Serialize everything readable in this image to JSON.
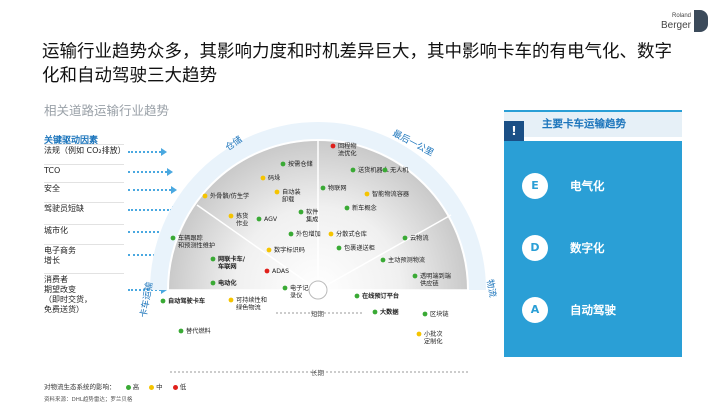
{
  "header": {
    "title": "运输行业趋势众多，其影响力度和时机差异巨大，其中影响卡车的有电气化、数字化和自动驾驶三大趋势",
    "subtitle": "相关道路运输行业趋势",
    "logo_line1": "Roland",
    "logo_line2": "Berger"
  },
  "factors": {
    "title": "关键驱动因素",
    "items": [
      "法规（例如 CO₂排放）",
      "TCO",
      "安全",
      "驾驶员短缺",
      "城市化",
      "电子商务\n增长",
      "消费者\n期望改变\n（即时交货，\n免费送货）"
    ]
  },
  "sectors": {
    "warehouse": "仓储",
    "last_mile": "最后一公里",
    "truck": "卡车运输",
    "logistics": "物流"
  },
  "wheel_items": [
    {
      "label": "回程物\n流优化",
      "color": "#e0201b"
    },
    {
      "label": "按需仓储",
      "color": "#3aaa35"
    },
    {
      "label": "送货机器人",
      "color": "#3aaa35"
    },
    {
      "label": "无人机",
      "color": "#3aaa35"
    },
    {
      "label": "码垛",
      "color": "#f5c400"
    },
    {
      "label": "自动装\n卸载",
      "color": "#f5c400"
    },
    {
      "label": "物联网",
      "color": "#3aaa35"
    },
    {
      "label": "智能物流容器",
      "color": "#f5c400"
    },
    {
      "label": "外骨骼/仿生学",
      "color": "#f5c400"
    },
    {
      "label": "新车概念",
      "color": "#3aaa35"
    },
    {
      "label": "拣货\n作业",
      "color": "#f5c400"
    },
    {
      "label": "AGV",
      "color": "#3aaa35"
    },
    {
      "label": "软件\n集成",
      "color": "#3aaa35"
    },
    {
      "label": "车辆跟踪\n和预测性维护",
      "color": "#3aaa35"
    },
    {
      "label": "外包增加",
      "color": "#3aaa35"
    },
    {
      "label": "分散式仓库",
      "color": "#f5c400"
    },
    {
      "label": "云物流",
      "color": "#3aaa35"
    },
    {
      "label": "数字标识码",
      "color": "#f5c400"
    },
    {
      "label": "包裹递送柜",
      "color": "#3aaa35"
    },
    {
      "label": "网联卡车/\n车联网",
      "color": "#3aaa35"
    },
    {
      "label": "主动预测物流",
      "color": "#3aaa35"
    },
    {
      "label": "ADAS",
      "color": "#e0201b"
    },
    {
      "label": "透明端到端\n供应链",
      "color": "#3aaa35"
    },
    {
      "label": "电动化",
      "color": "#3aaa35"
    },
    {
      "label": "电子记\n录仪",
      "color": "#3aaa35"
    },
    {
      "label": "在线预订平台",
      "color": "#3aaa35"
    },
    {
      "label": "可持续性和\n绿色物流",
      "color": "#f5c400"
    },
    {
      "label": "自动驾驶卡车",
      "color": "#3aaa35"
    },
    {
      "label": "大数据",
      "color": "#3aaa35"
    },
    {
      "label": "区块链",
      "color": "#3aaa35"
    },
    {
      "label": "替代燃料",
      "color": "#3aaa35"
    },
    {
      "label": "小批次\n定制化",
      "color": "#f5c400"
    }
  ],
  "timeline": {
    "short": "短期",
    "long": "长期"
  },
  "legend": {
    "prefix": "对物流生态系统的影响：",
    "high": "高",
    "mid": "中",
    "low": "低",
    "high_color": "#3aaa35",
    "mid_color": "#f5c400",
    "low_color": "#e0201b"
  },
  "source": "资料来源：DHL趋势雷达；罗兰贝格",
  "panel": {
    "warn_icon": "!",
    "title": "主要卡车运输趋势",
    "accent": "#2a9fd6",
    "trends": [
      {
        "icon": "plug-icon",
        "glyph": "E",
        "label": "电气化"
      },
      {
        "icon": "digital-icon",
        "glyph": "D",
        "label": "数字化"
      },
      {
        "icon": "autonomous-icon",
        "glyph": "A",
        "label": "自动驾驶"
      }
    ]
  }
}
